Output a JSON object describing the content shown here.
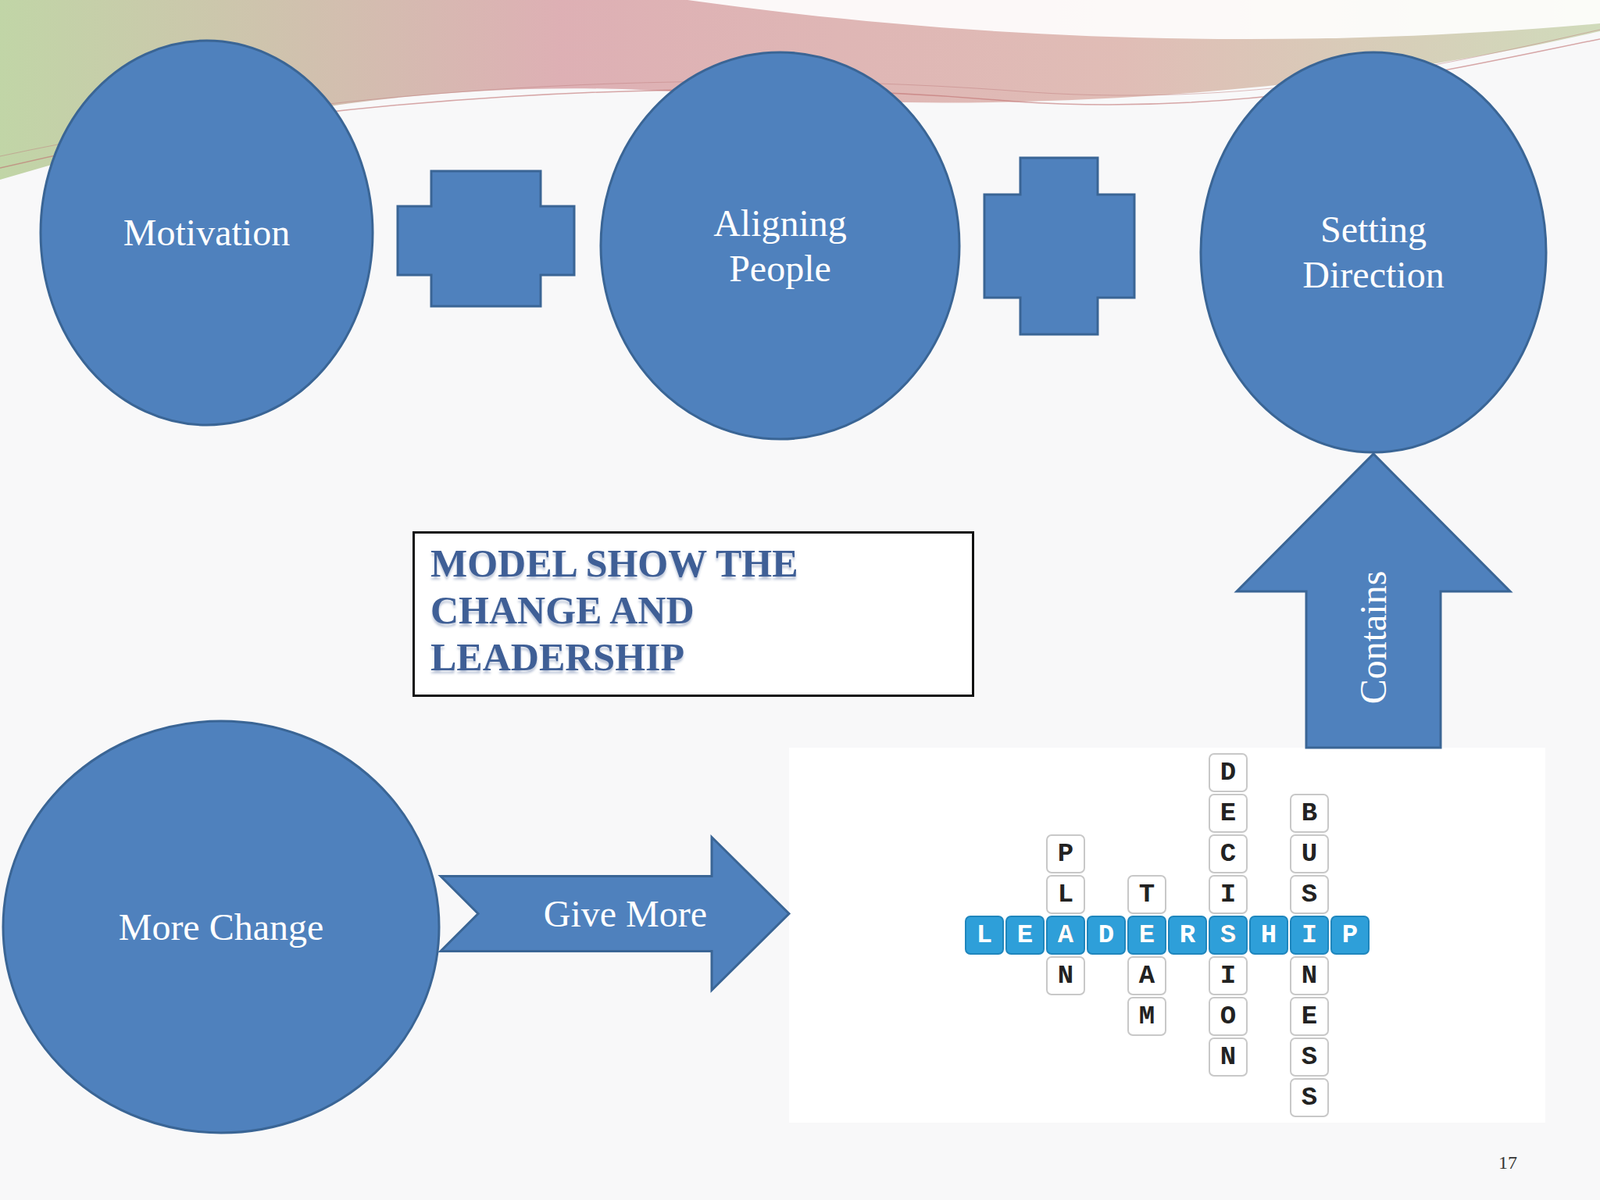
{
  "diagram": {
    "title": "MODEL SHOW THE CHANGE AND LEADERSHIP",
    "nodes": [
      {
        "text": [
          "Motivation"
        ]
      },
      {
        "text": [
          "Aligning People"
        ]
      },
      {
        "text": [
          "Setting Direction"
        ]
      },
      {
        "text": [
          "More Change"
        ]
      },
      {
        "text": [
          "LEADERSHIP",
          "PLAN",
          "TEAM",
          "DECISION",
          "BUSINESS"
        ]
      }
    ],
    "edges": [
      {
        "from": 3,
        "to": 4,
        "arrow": "to",
        "label": "Give More"
      },
      {
        "from": 4,
        "to": 2,
        "arrow": "to",
        "label": "Contains"
      }
    ],
    "labels": [
      "17"
    ]
  }
}
